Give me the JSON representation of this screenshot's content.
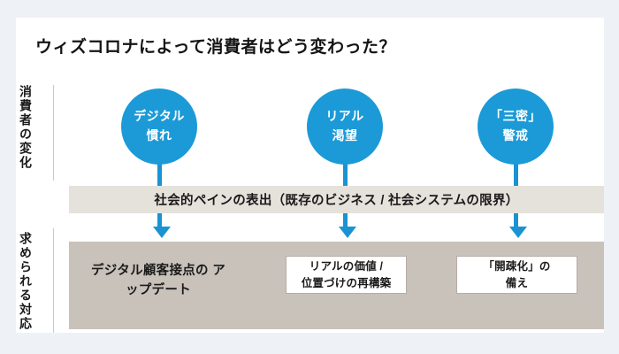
{
  "diagram": {
    "title": "ウィズコロナによって消費者はどう変わった？",
    "axis": {
      "top_label": "消費者の変化",
      "bottom_label": "求められる対応"
    },
    "middle_band": {
      "text": "社会的ペインの表出（既存のビジネス / 社会システムの限界）"
    },
    "circles": [
      {
        "line1": "デジタル",
        "line2": "慣れ"
      },
      {
        "line1": "リアル",
        "line2": "渇望"
      },
      {
        "line1": "「三密」",
        "line2": "警戒"
      }
    ],
    "responses": [
      {
        "line1": "デジタル顧客接点の",
        "line2": "アップデート",
        "style": "plain"
      },
      {
        "line1": "リアルの価値 /",
        "line2": "位置づけの再構築",
        "style": "boxed"
      },
      {
        "line1": "「開疎化」の",
        "line2": "備え",
        "style": "boxed"
      }
    ],
    "colors": {
      "accent_blue": "#1b9ad7",
      "connector_blue": "#1b93d2",
      "band_middle": "#e5e2dc",
      "band_bottom": "#c9c2bb",
      "page_background": "#eef2f6",
      "card_background": "#ffffff"
    }
  }
}
